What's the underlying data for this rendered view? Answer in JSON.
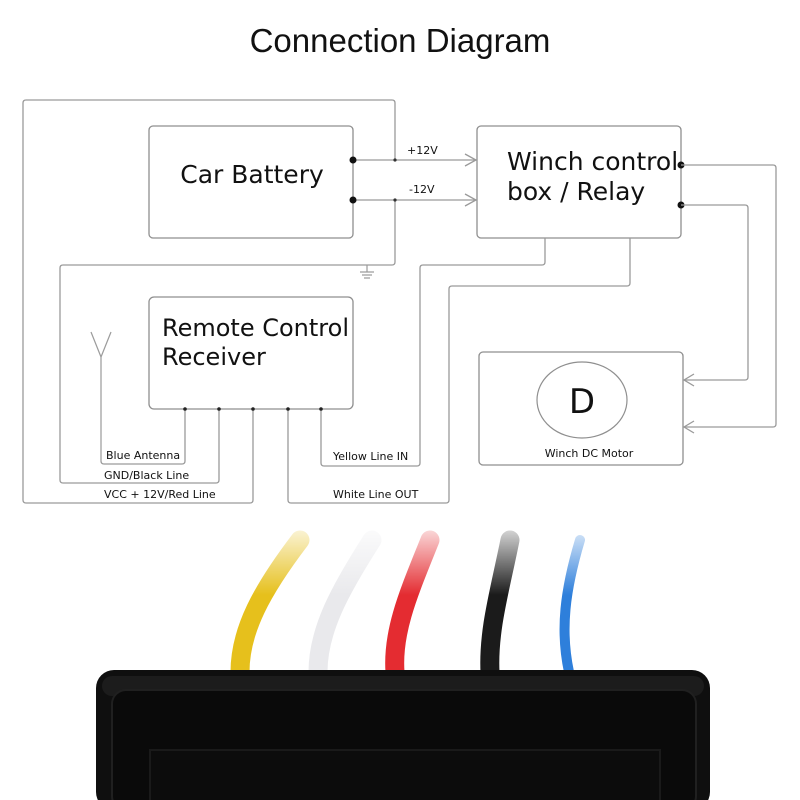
{
  "title": "Connection Diagram",
  "components": {
    "battery": {
      "label": "Car Battery"
    },
    "relay": {
      "label_line1": "Winch control",
      "label_line2": "box / Relay"
    },
    "receiver": {
      "label_line1": "Remote Control",
      "label_line2": "Receiver"
    },
    "motor": {
      "symbol": "D",
      "label": "Winch DC Motor"
    }
  },
  "voltage_labels": {
    "positive": "+12V",
    "negative": "-12V"
  },
  "wire_labels": {
    "blue": "Blue Antenna",
    "gnd": "GND/Black Line",
    "vcc": "VCC + 12V/Red Line",
    "yellow": "Yellow Line IN",
    "white": "White Line OUT"
  },
  "icons": {
    "antenna": "antenna-icon",
    "ground": "ground-icon"
  },
  "photo": {
    "description": "Black receiver module with five braided wires",
    "wires": [
      {
        "name": "yellow",
        "color": "#e8c21a"
      },
      {
        "name": "white",
        "color": "#eeeeee"
      },
      {
        "name": "red",
        "color": "#e8262a"
      },
      {
        "name": "black",
        "color": "#1a1a1a"
      },
      {
        "name": "blue",
        "color": "#2f7fdc"
      }
    ],
    "body_color": "#0d0d0d"
  }
}
